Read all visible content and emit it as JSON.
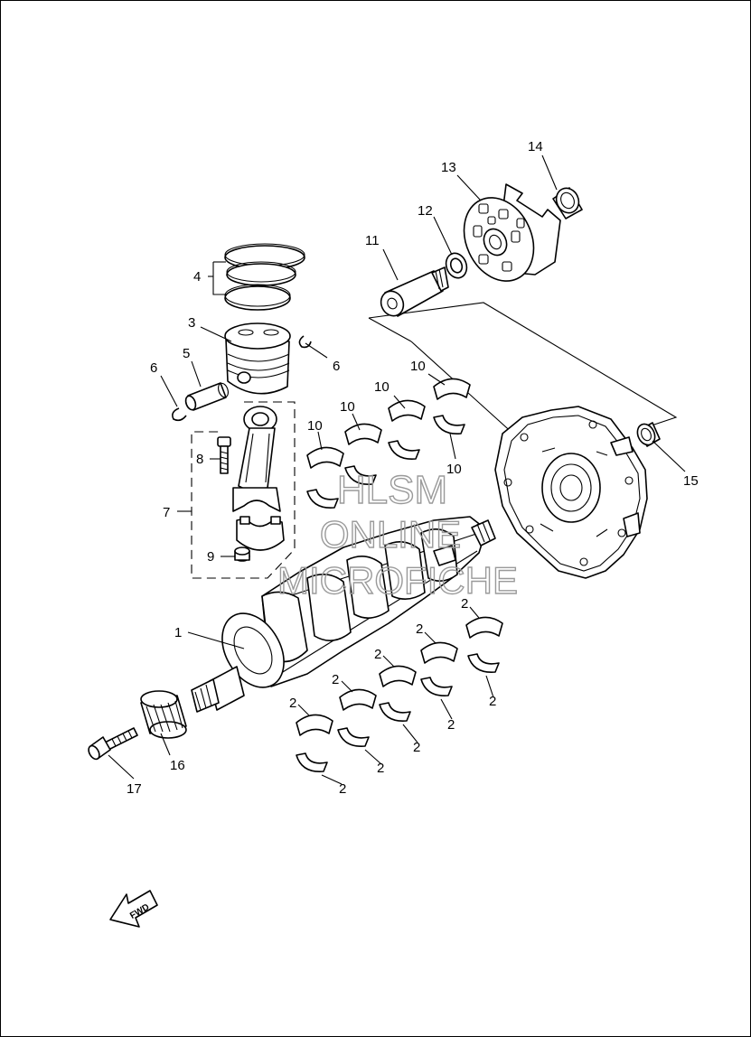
{
  "diagram": {
    "callouts": {
      "c1": "1",
      "c2": "2",
      "c3": "3",
      "c4": "4",
      "c5": "5",
      "c6": "6",
      "c7": "7",
      "c8": "8",
      "c9": "9",
      "c10": "10",
      "c11": "11",
      "c12": "12",
      "c13": "13",
      "c14": "14",
      "c15": "15",
      "c16": "16",
      "c17": "17"
    },
    "direction_label": "FWD"
  },
  "watermark": {
    "line1": "HLSM",
    "line2": "ONLINE",
    "line3": "MICROFICHE",
    "color": "#9a9a9a"
  },
  "style": {
    "line_color": "#000000",
    "background": "#ffffff"
  }
}
